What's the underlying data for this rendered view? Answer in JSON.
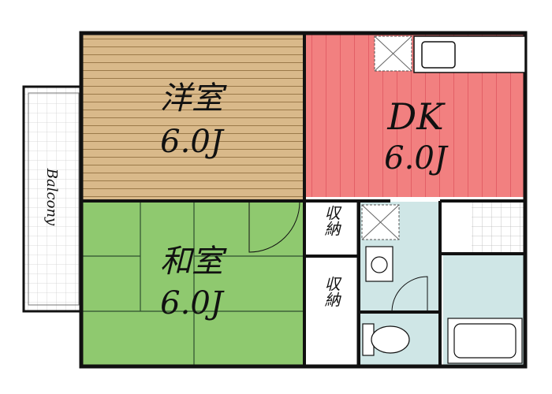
{
  "rooms": {
    "western": {
      "name": "洋室",
      "size": "6.0J",
      "color": "#d9b98a"
    },
    "dk": {
      "name": "DK",
      "size": "6.0J",
      "color": "#f28080"
    },
    "japanese": {
      "name": "和室",
      "size": "6.0J",
      "color": "#8fc96f"
    },
    "storage_upper": {
      "label": "収納"
    },
    "storage_lower": {
      "label": "収納"
    }
  },
  "balcony": {
    "label": "Balcony"
  },
  "colors": {
    "wall": "#111111",
    "wet_area": "#cfe6e6",
    "floor_stripe": "#8a6a3c"
  }
}
